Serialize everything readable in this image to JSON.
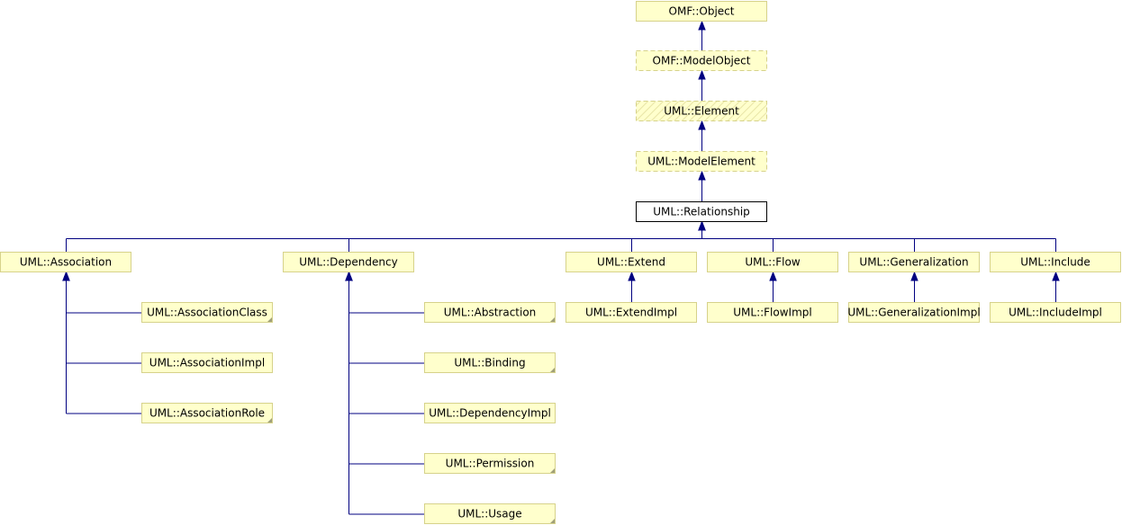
{
  "diagram": {
    "colors": {
      "node_fill": "#ffffcc",
      "node_border": "#d6d28a",
      "focus_fill": "#ffffff",
      "focus_border": "#000000",
      "edge": "#000080",
      "corner": "#a0a07a"
    },
    "nodes": [
      {
        "id": "omf-object",
        "label": "OMF::Object",
        "style": "solid"
      },
      {
        "id": "omf-modelobject",
        "label": "OMF::ModelObject",
        "style": "dashed"
      },
      {
        "id": "uml-element",
        "label": "UML::Element",
        "style": "hatched"
      },
      {
        "id": "uml-modelelement",
        "label": "UML::ModelElement",
        "style": "dashed"
      },
      {
        "id": "uml-relationship",
        "label": "UML::Relationship",
        "style": "focus"
      },
      {
        "id": "uml-association",
        "label": "UML::Association",
        "style": "solid"
      },
      {
        "id": "uml-dependency",
        "label": "UML::Dependency",
        "style": "solid"
      },
      {
        "id": "uml-extend",
        "label": "UML::Extend",
        "style": "solid"
      },
      {
        "id": "uml-flow",
        "label": "UML::Flow",
        "style": "solid"
      },
      {
        "id": "uml-generalization",
        "label": "UML::Generalization",
        "style": "solid"
      },
      {
        "id": "uml-include",
        "label": "UML::Include",
        "style": "solid"
      },
      {
        "id": "uml-associationclass",
        "label": "UML::AssociationClass",
        "style": "corner"
      },
      {
        "id": "uml-associationimpl",
        "label": "UML::AssociationImpl",
        "style": "solid"
      },
      {
        "id": "uml-associationrole",
        "label": "UML::AssociationRole",
        "style": "corner"
      },
      {
        "id": "uml-abstraction",
        "label": "UML::Abstraction",
        "style": "corner"
      },
      {
        "id": "uml-binding",
        "label": "UML::Binding",
        "style": "corner"
      },
      {
        "id": "uml-dependencyimpl",
        "label": "UML::DependencyImpl",
        "style": "solid"
      },
      {
        "id": "uml-permission",
        "label": "UML::Permission",
        "style": "corner"
      },
      {
        "id": "uml-usage",
        "label": "UML::Usage",
        "style": "corner"
      },
      {
        "id": "uml-extendimpl",
        "label": "UML::ExtendImpl",
        "style": "solid"
      },
      {
        "id": "uml-flowimpl",
        "label": "UML::FlowImpl",
        "style": "solid"
      },
      {
        "id": "uml-generalizationimpl",
        "label": "UML::GeneralizationImpl",
        "style": "solid"
      },
      {
        "id": "uml-includeimpl",
        "label": "UML::IncludeImpl",
        "style": "solid"
      }
    ],
    "edges": [
      {
        "from": "omf-modelobject",
        "to": "omf-object"
      },
      {
        "from": "uml-element",
        "to": "omf-modelobject"
      },
      {
        "from": "uml-modelelement",
        "to": "uml-element"
      },
      {
        "from": "uml-relationship",
        "to": "uml-modelelement"
      },
      {
        "from": "uml-association",
        "to": "uml-relationship"
      },
      {
        "from": "uml-dependency",
        "to": "uml-relationship"
      },
      {
        "from": "uml-extend",
        "to": "uml-relationship"
      },
      {
        "from": "uml-flow",
        "to": "uml-relationship"
      },
      {
        "from": "uml-generalization",
        "to": "uml-relationship"
      },
      {
        "from": "uml-include",
        "to": "uml-relationship"
      },
      {
        "from": "uml-associationclass",
        "to": "uml-association"
      },
      {
        "from": "uml-associationimpl",
        "to": "uml-association"
      },
      {
        "from": "uml-associationrole",
        "to": "uml-association"
      },
      {
        "from": "uml-abstraction",
        "to": "uml-dependency"
      },
      {
        "from": "uml-binding",
        "to": "uml-dependency"
      },
      {
        "from": "uml-dependencyimpl",
        "to": "uml-dependency"
      },
      {
        "from": "uml-permission",
        "to": "uml-dependency"
      },
      {
        "from": "uml-usage",
        "to": "uml-dependency"
      },
      {
        "from": "uml-extendimpl",
        "to": "uml-extend"
      },
      {
        "from": "uml-flowimpl",
        "to": "uml-flow"
      },
      {
        "from": "uml-generalizationimpl",
        "to": "uml-generalization"
      },
      {
        "from": "uml-includeimpl",
        "to": "uml-include"
      }
    ]
  }
}
